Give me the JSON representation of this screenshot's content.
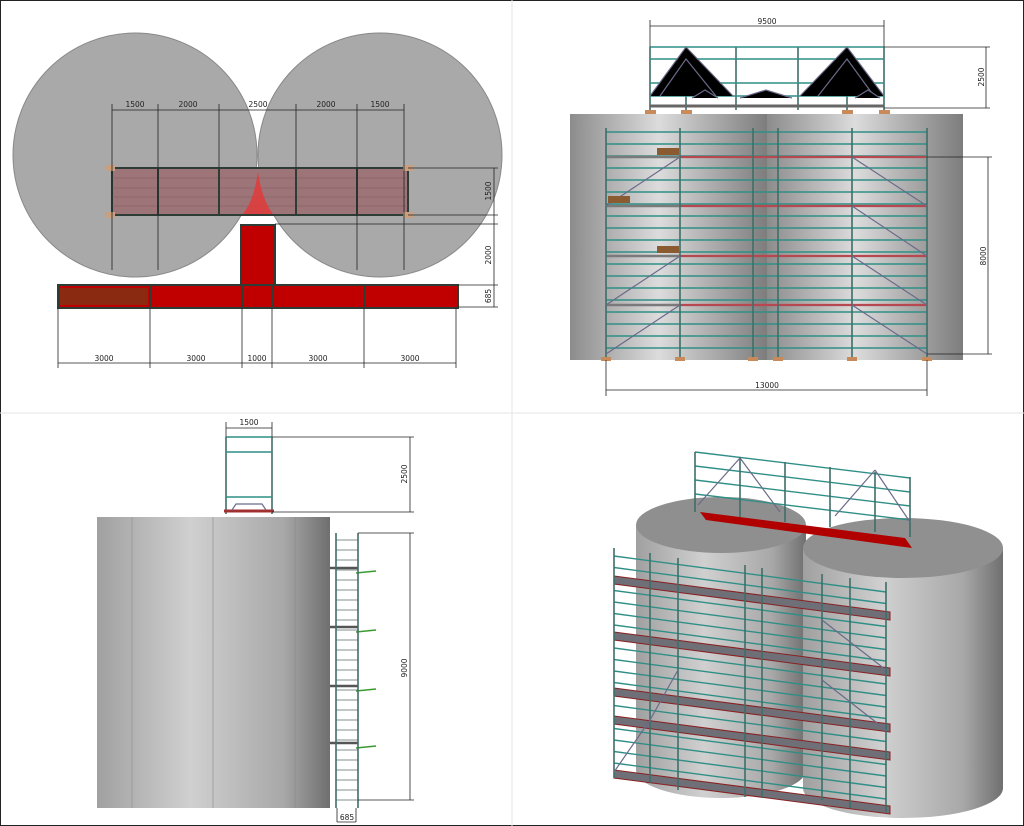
{
  "plan_view": {
    "top_dims": [
      "1500",
      "2000",
      "2500",
      "2000",
      "1500"
    ],
    "bottom_dims": [
      "3000",
      "3000",
      "1000",
      "3000",
      "3000"
    ],
    "right_dims": [
      "1500",
      "2000",
      "685"
    ]
  },
  "front_view": {
    "top_width": "9500",
    "top_height": "2500",
    "scaffold_height": "8000",
    "scaffold_width": "13000"
  },
  "side_view": {
    "top_width": "1500",
    "top_height": "2500",
    "tower_height": "9000",
    "tower_depth": "685"
  },
  "colors": {
    "silo": "#a9a9a9",
    "deck_red": "#c00000",
    "scaffold_teal": "#2f8f86",
    "brace": "#6a6a8a"
  }
}
